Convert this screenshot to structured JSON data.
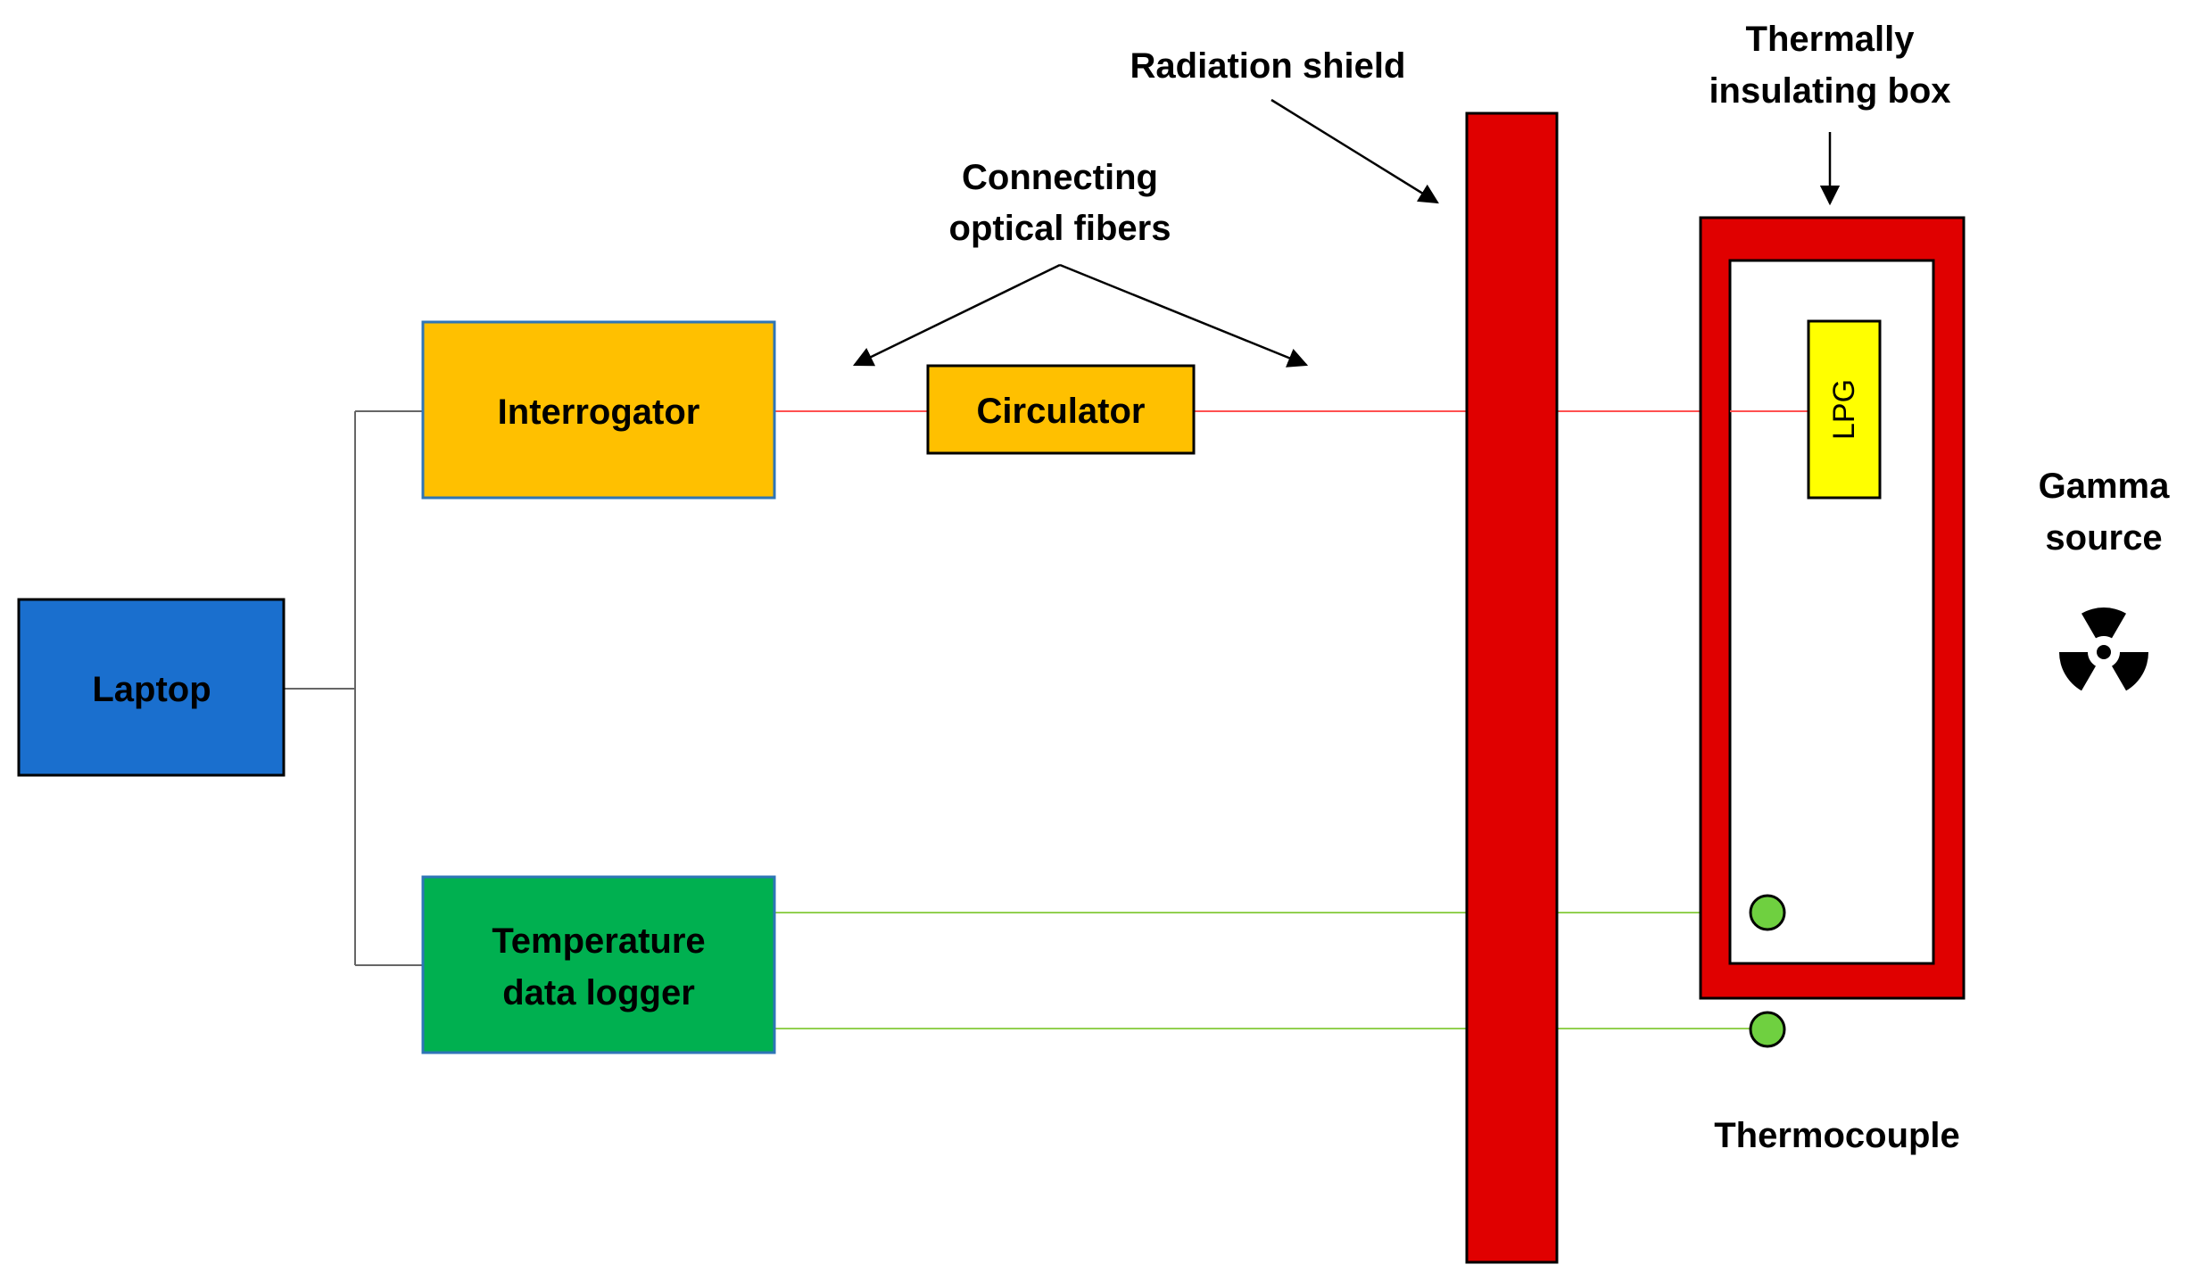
{
  "labels": {
    "radiation_shield": "Radiation shield",
    "insulating_box_line1": "Thermally",
    "insulating_box_line2": "insulating box",
    "connecting_fibers_line1": "Connecting",
    "connecting_fibers_line2": "optical fibers",
    "gamma_line1": "Gamma",
    "gamma_line2": "source",
    "thermocouple": "Thermocouple"
  },
  "boxes": {
    "laptop": "Laptop",
    "interrogator": "Interrogator",
    "circulator": "Circulator",
    "logger_line1": "Temperature",
    "logger_line2": "data logger",
    "lpg": "LPG"
  },
  "icons": {
    "gamma_source": "radiation-trefoil-icon"
  },
  "colors": {
    "laptop": "#1a6fce",
    "interrogator": "#ffc000",
    "circulator": "#ffc000",
    "logger": "#00b050",
    "shield": "#e00000",
    "lpg": "#ffff00",
    "optical_fiber": "#ff5050",
    "thermocouple_wire": "#92d050",
    "thermocouple_dot": "#6fd040"
  }
}
